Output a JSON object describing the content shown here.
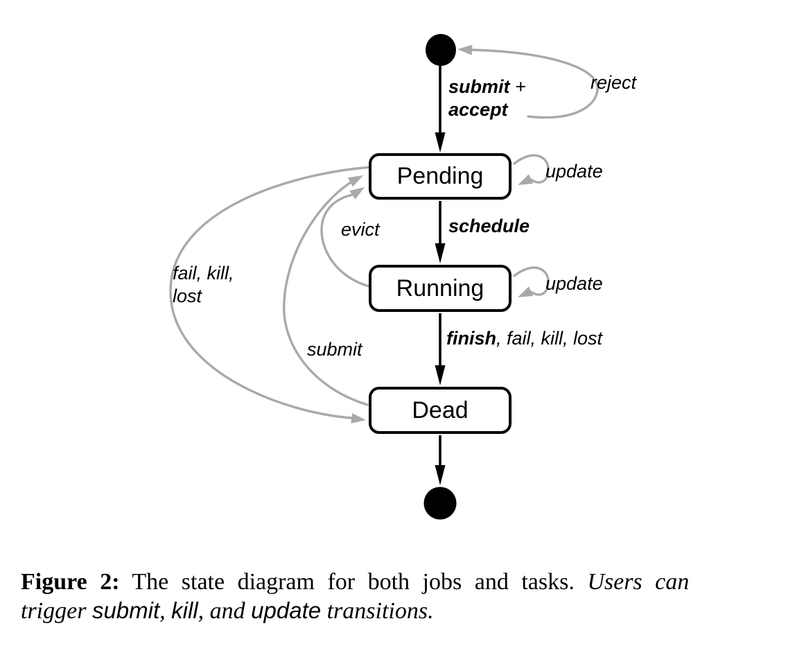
{
  "figure": {
    "states": {
      "pending": "Pending",
      "running": "Running",
      "dead": "Dead"
    },
    "edges": {
      "submit_accept": {
        "word1": "submit",
        "plus": " +",
        "word2": "accept"
      },
      "reject": {
        "label": "reject"
      },
      "update_pending": {
        "label": "update"
      },
      "schedule": {
        "label": "schedule"
      },
      "update_running": {
        "label": "update"
      },
      "finish": {
        "bold": "finish",
        "rest": ", fail, kill, lost"
      },
      "evict": {
        "label": "evict"
      },
      "resubmit": {
        "label": "submit"
      },
      "fail_kill_lost": {
        "line1": "fail, kill,",
        "line2": "lost"
      }
    },
    "colors": {
      "ink": "#000000",
      "edge_gray": "#a9a9a9",
      "state_fill": "#ffffff"
    }
  },
  "caption": {
    "line1": [
      {
        "text": "Figure 2:"
      },
      {
        "text": " The state diagram for both jobs and tasks. "
      },
      {
        "text": "Users can"
      }
    ],
    "line2": [
      {
        "text": "trigger "
      },
      {
        "text": "submit"
      },
      {
        "text": ", "
      },
      {
        "text": "kill"
      },
      {
        "text": ", and "
      },
      {
        "text": "update"
      },
      {
        "text": " transitions."
      }
    ]
  }
}
